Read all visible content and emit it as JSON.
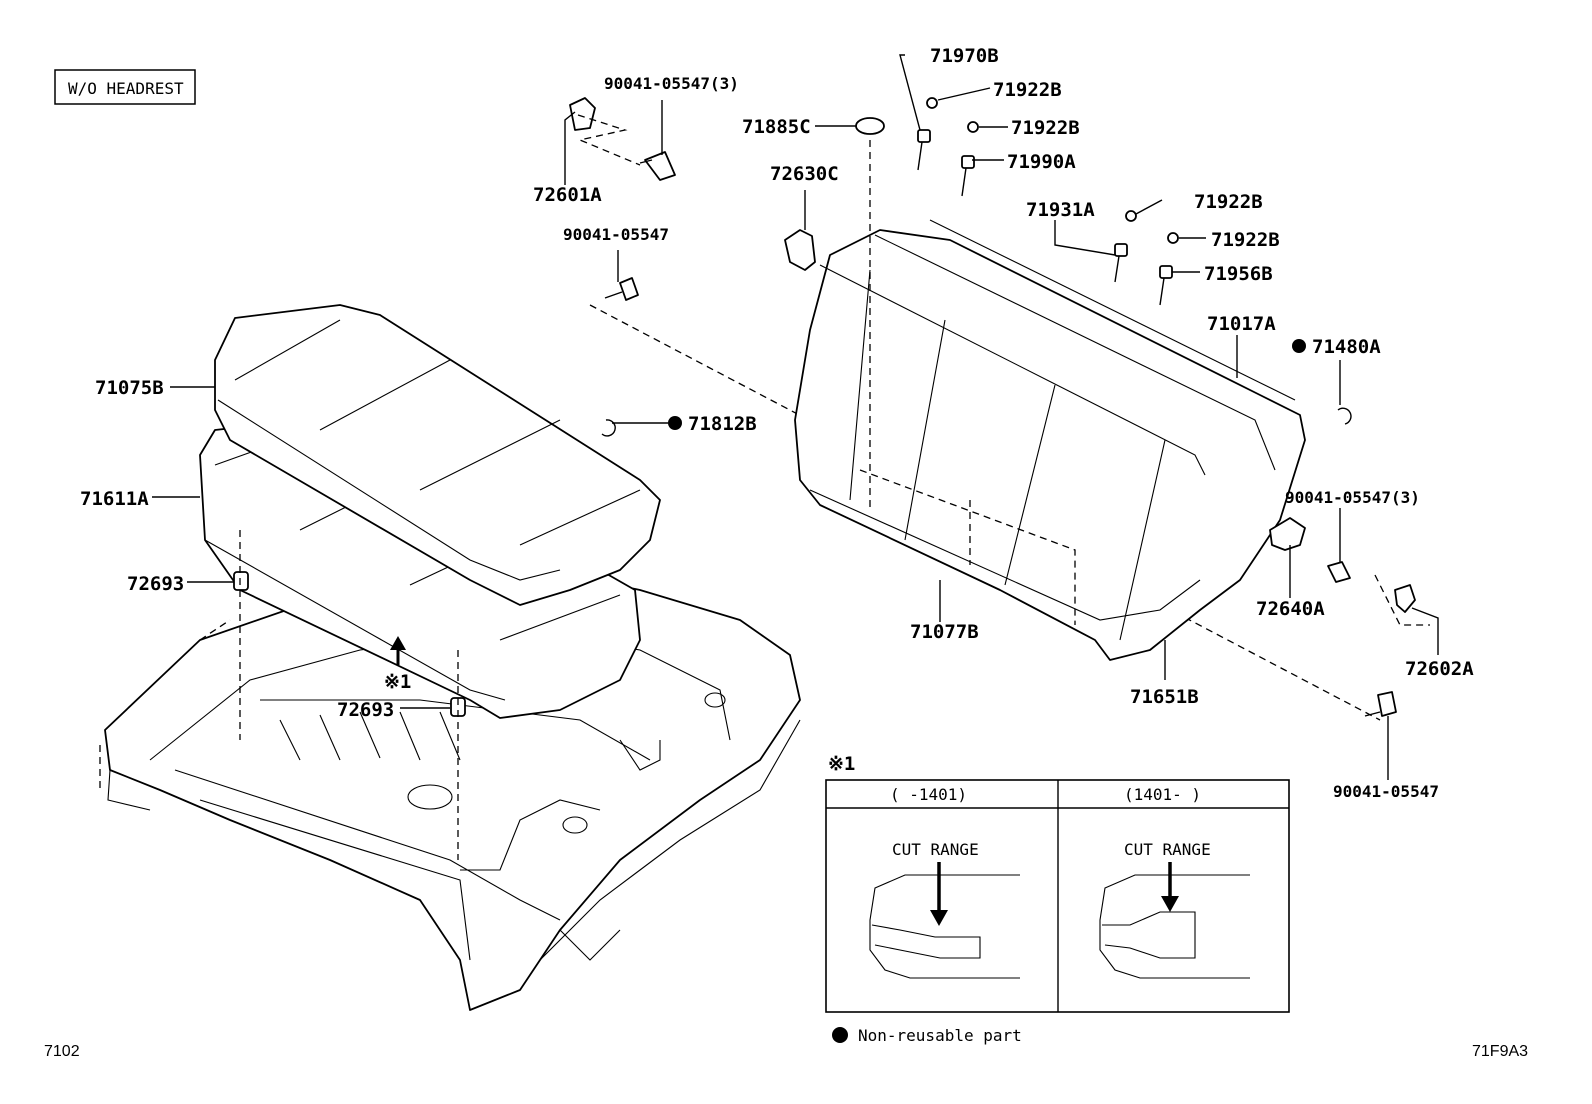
{
  "header": {
    "tag": "W/O HEADREST"
  },
  "parts": {
    "p72601A": "72601A",
    "p90041_05547_3_top": "90041-05547(3)",
    "p90041_05547_left": "90041-05547",
    "p71075B": "71075B",
    "p71611A": "71611A",
    "p72693_a": "72693",
    "p72693_b": "72693",
    "p71812B": "71812B",
    "p71885C": "71885C",
    "p72630C": "72630C",
    "p71970B": "71970B",
    "p71922B_1": "71922B",
    "p71922B_2": "71922B",
    "p71990A": "71990A",
    "p71931A": "71931A",
    "p71922B_3": "71922B",
    "p71922B_4": "71922B",
    "p71956B": "71956B",
    "p71017A": "71017A",
    "p71480A": "71480A",
    "p90041_05547_3_right": "90041-05547(3)",
    "p72640A": "72640A",
    "p72602A": "72602A",
    "p71077B": "71077B",
    "p71651B": "71651B",
    "p90041_05547_bottom": "90041-05547"
  },
  "note_mark": "※1",
  "inset": {
    "mark": "※1",
    "col1_header": "(      -1401)",
    "col2_header": "(1401-      )",
    "col1_label": "CUT RANGE",
    "col2_label": "CUT RANGE"
  },
  "legend": {
    "text": "Non-reusable part"
  },
  "footer": {
    "left_code": "7102",
    "right_code": "71F9A3"
  }
}
